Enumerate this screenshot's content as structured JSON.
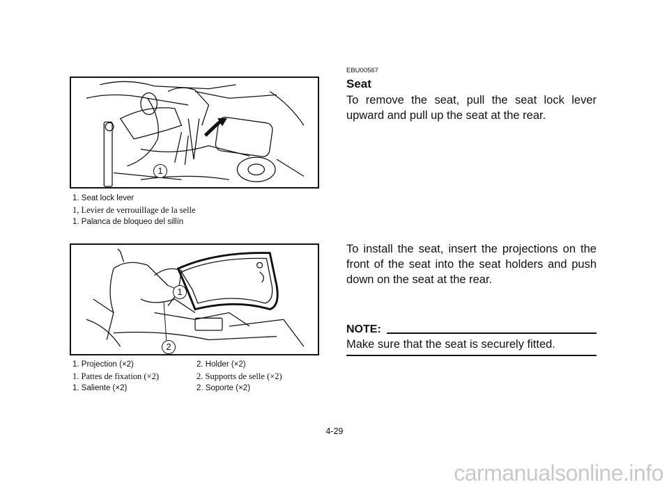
{
  "figure1": {
    "callout": "1",
    "captions": [
      "1.  Seat lock lever",
      "1,  Levier de verrouillage de la selle",
      "1.  Palanca de bloqueo del sillín"
    ]
  },
  "figure2": {
    "callouts": [
      "1",
      "2"
    ],
    "captions": [
      {
        "col1": "1.  Projection (×2)",
        "col2": "2.  Holder (×2)"
      },
      {
        "col1": "1.  Pattes de fixation (×2)",
        "col2": "2.  Supports de selle (×2)"
      },
      {
        "col1": "1.  Saliente (×2)",
        "col2": "2.  Soporte (×2)"
      }
    ]
  },
  "section": {
    "code": "EBU00567",
    "title": "Seat",
    "remove_text": "To remove the seat, pull the seat lock lever upward and pull up the seat at the rear.",
    "install_text": "To install the seat, insert the projections on the front of the seat into the seat holders and push down on the seat at the rear.",
    "note_label": "NOTE:",
    "note_text": "Make sure that the seat is securely fitted."
  },
  "page_number": "4-29",
  "watermark": "carmanualsonline.info"
}
